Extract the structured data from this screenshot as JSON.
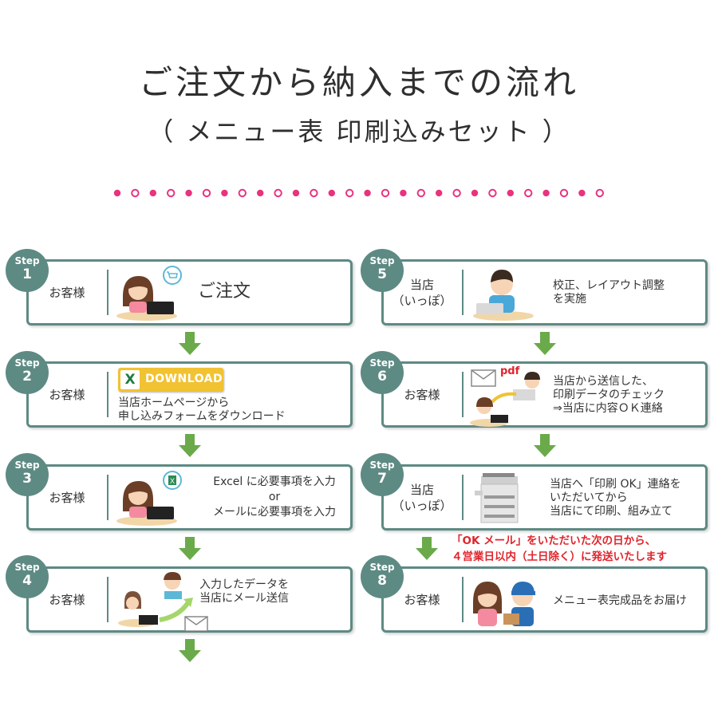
{
  "header": {
    "title": "ご注文から納入までの流れ",
    "subtitle": "（ メニュー表 印刷込みセット ）"
  },
  "accent_colors": {
    "frame": "#5e8a84",
    "arrow": "#6aaa4b",
    "dots": "#e8337e",
    "notice": "#e0242c"
  },
  "steps": [
    {
      "word": "Step",
      "num": "1",
      "who": "お客様",
      "icon": "customer-laptop-cart-icon",
      "lines": [
        "ご注文"
      ]
    },
    {
      "word": "Step",
      "num": "2",
      "who": "お客様",
      "icon": "excel-download-icon",
      "download_label": "DOWNLOAD",
      "lines": [
        "当店ホームページから",
        "申し込みフォームをダウンロード"
      ]
    },
    {
      "word": "Step",
      "num": "3",
      "who": "お客様",
      "icon": "customer-laptop-excel-icon",
      "lines": [
        "Excel に必要事項を入力",
        "or",
        "メールに必要事項を入力"
      ]
    },
    {
      "word": "Step",
      "num": "4",
      "who": "お客様",
      "icon": "send-mail-icon",
      "lines": [
        "入力したデータを",
        "当店にメール送信"
      ]
    },
    {
      "word": "Step",
      "num": "5",
      "who_lines": [
        "当店",
        "（いっぽ）"
      ],
      "icon": "staff-laptop-icon",
      "lines": [
        "校正、レイアウト調整",
        "を実施"
      ]
    },
    {
      "word": "Step",
      "num": "6",
      "who": "お客様",
      "icon": "pdf-mail-check-icon",
      "pdf_label": "pdf",
      "lines": [
        "当店から送信した、",
        "印刷データのチェック",
        "⇒当店に内容ＯＫ連絡"
      ]
    },
    {
      "word": "Step",
      "num": "7",
      "who_lines": [
        "当店",
        "（いっぽ）"
      ],
      "icon": "printer-icon",
      "lines": [
        "当店へ「印刷 OK」連絡を",
        "いただいてから",
        "当店にて印刷、組み立て"
      ]
    },
    {
      "word": "Step",
      "num": "8",
      "who": "お客様",
      "icon": "delivery-icon",
      "lines": [
        "メニュー表完成品をお届け"
      ]
    }
  ],
  "notice": [
    "「OK メール」をいただいた次の日から、",
    "４営業日以内（土日除く）に発送いたします"
  ]
}
